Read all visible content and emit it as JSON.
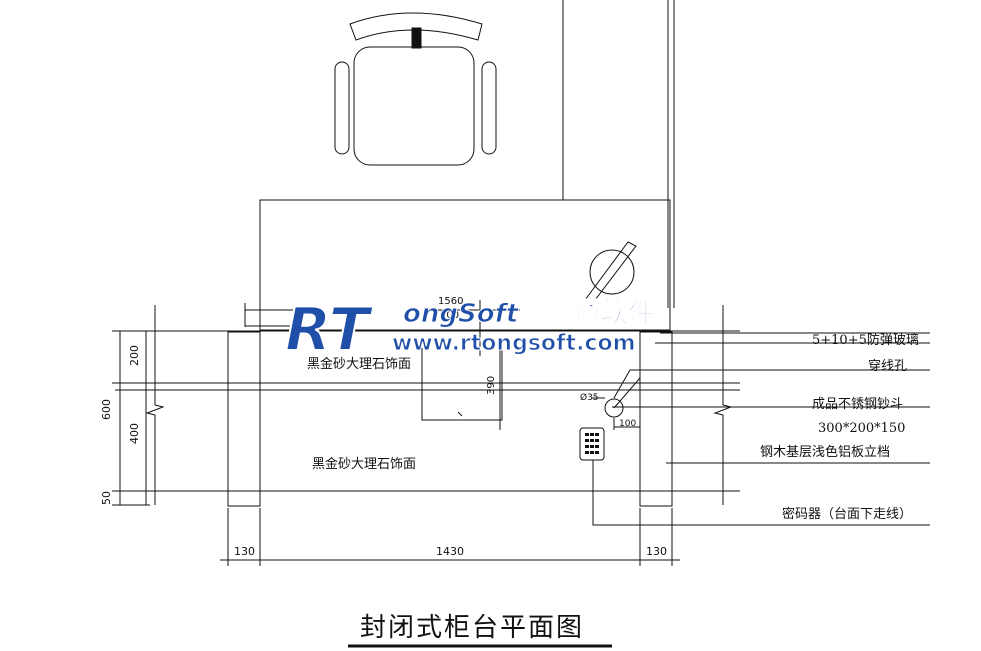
{
  "title": "封闭式柜台平面图",
  "watermark": {
    "logo_letters": "RT",
    "brand_en": "ongSoft",
    "brand_cn": "融通软件",
    "url": "www.rtongsoft.com",
    "color": "#1f4fa8"
  },
  "surface_labels": {
    "top": "黑金砂大理石饰面",
    "bottom": "黑金砂大理石饰面"
  },
  "callouts": [
    "5+10+5防弹玻璃",
    "穿线孔",
    "成品不锈钢钞斗",
    "300*200*150",
    "钢木基层浅色铝板立档",
    "密码器（台面下走线）"
  ],
  "dimensions": {
    "left_total": "600",
    "left_top": "200",
    "left_mid": "400",
    "left_bottom": "50",
    "bottom_left": "130",
    "bottom_mid": "1430",
    "bottom_right": "130",
    "top_1560": "1560",
    "top_200": "200",
    "inner_390": "390",
    "diameter": "Ø35",
    "offset_100": "100"
  },
  "colors": {
    "line": "#111111",
    "title_underline": "#111111"
  }
}
